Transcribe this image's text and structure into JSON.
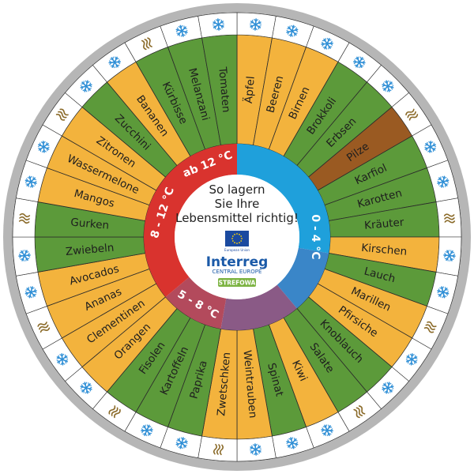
{
  "colors": {
    "green": "#5c9a3a",
    "orange": "#f3b33d",
    "brown": "#9a5a22",
    "ring": "#b6b6b6",
    "outer_band": "#ffffff",
    "snow": "#2f8fd6",
    "heat": "#8b6b2a",
    "separator": "#2b2b2b",
    "red": "#d9332e",
    "blue": "#1fa0db",
    "purple": "#8a5a86"
  },
  "segments": [
    {
      "label": "Äpfel",
      "color": "orange",
      "outer": "snow"
    },
    {
      "label": "Beeren",
      "color": "orange",
      "outer": "snow"
    },
    {
      "label": "Birnen",
      "color": "orange",
      "outer": "snow"
    },
    {
      "label": "Brokkoli",
      "color": "green",
      "outer": "snow"
    },
    {
      "label": "Erbsen",
      "color": "green",
      "outer": "snow"
    },
    {
      "label": "Pilze",
      "color": "brown",
      "outer": "heat"
    },
    {
      "label": "Karfiol",
      "color": "green",
      "outer": "snow"
    },
    {
      "label": "Karotten",
      "color": "green",
      "outer": "snow"
    },
    {
      "label": "Kräuter",
      "color": "green",
      "outer": "heat"
    },
    {
      "label": "Kirschen",
      "color": "orange",
      "outer": "snow"
    },
    {
      "label": "Lauch",
      "color": "green",
      "outer": "snow"
    },
    {
      "label": "Marillen",
      "color": "orange",
      "outer": "heat"
    },
    {
      "label": "Pfirsiche",
      "color": "orange",
      "outer": "snow"
    },
    {
      "label": "Knoblauch",
      "color": "green",
      "outer": "snow"
    },
    {
      "label": "Salate",
      "color": "green",
      "outer": "heat"
    },
    {
      "label": "Kiwi",
      "color": "orange",
      "outer": "snow"
    },
    {
      "label": "Spinat",
      "color": "green",
      "outer": "snow"
    },
    {
      "label": "Weintrauben",
      "color": "orange",
      "outer": "snow"
    },
    {
      "label": "Zwetschken",
      "color": "orange",
      "outer": "heat"
    },
    {
      "label": "Paprika",
      "color": "green",
      "outer": "snow"
    },
    {
      "label": "Kartoffeln",
      "color": "green",
      "outer": "snow"
    },
    {
      "label": "Fisolen",
      "color": "green",
      "outer": "heat"
    },
    {
      "label": "Orangen",
      "color": "orange",
      "outer": "snow"
    },
    {
      "label": "Clementinen",
      "color": "orange",
      "outer": "snow"
    },
    {
      "label": "Ananas",
      "color": "orange",
      "outer": "heat"
    },
    {
      "label": "Avocados",
      "color": "orange",
      "outer": "snow"
    },
    {
      "label": "Zwiebeln",
      "color": "green",
      "outer": "snow"
    },
    {
      "label": "Gurken",
      "color": "green",
      "outer": "heat"
    },
    {
      "label": "Mangos",
      "color": "orange",
      "outer": "snow"
    },
    {
      "label": "Wassermelone",
      "color": "orange",
      "outer": "snow"
    },
    {
      "label": "Zitronen",
      "color": "orange",
      "outer": "heat"
    },
    {
      "label": "Zucchini",
      "color": "green",
      "outer": "snow"
    },
    {
      "label": "Bananen",
      "color": "orange",
      "outer": "snow"
    },
    {
      "label": "Kürbisse",
      "color": "green",
      "outer": "heat"
    },
    {
      "label": "Melanzani",
      "color": "green",
      "outer": "snow"
    },
    {
      "label": "Tomaten",
      "color": "green",
      "outer": "snow"
    }
  ],
  "temperature_ring": [
    {
      "label": "0 - 4 °C",
      "color": "blue"
    },
    {
      "label": "5 - 8 °C",
      "color": "purple"
    },
    {
      "label": "8 - 12 °C",
      "color": "red"
    },
    {
      "label": "ab 12 °C",
      "color": "red"
    }
  ],
  "center": {
    "title_lines": [
      "So lagern",
      "Sie Ihre",
      "Lebensmittel richtig!"
    ],
    "eu_caption": "European Union",
    "brand": "Interreg",
    "brand_sub": "CENTRAL EUROPE",
    "project": "STREFOWA",
    "brand_color": "#1b5aa8",
    "project_color": "#7cb342"
  },
  "icons": {
    "snow": "snowflake-icon",
    "heat": "heat-waves-icon"
  }
}
